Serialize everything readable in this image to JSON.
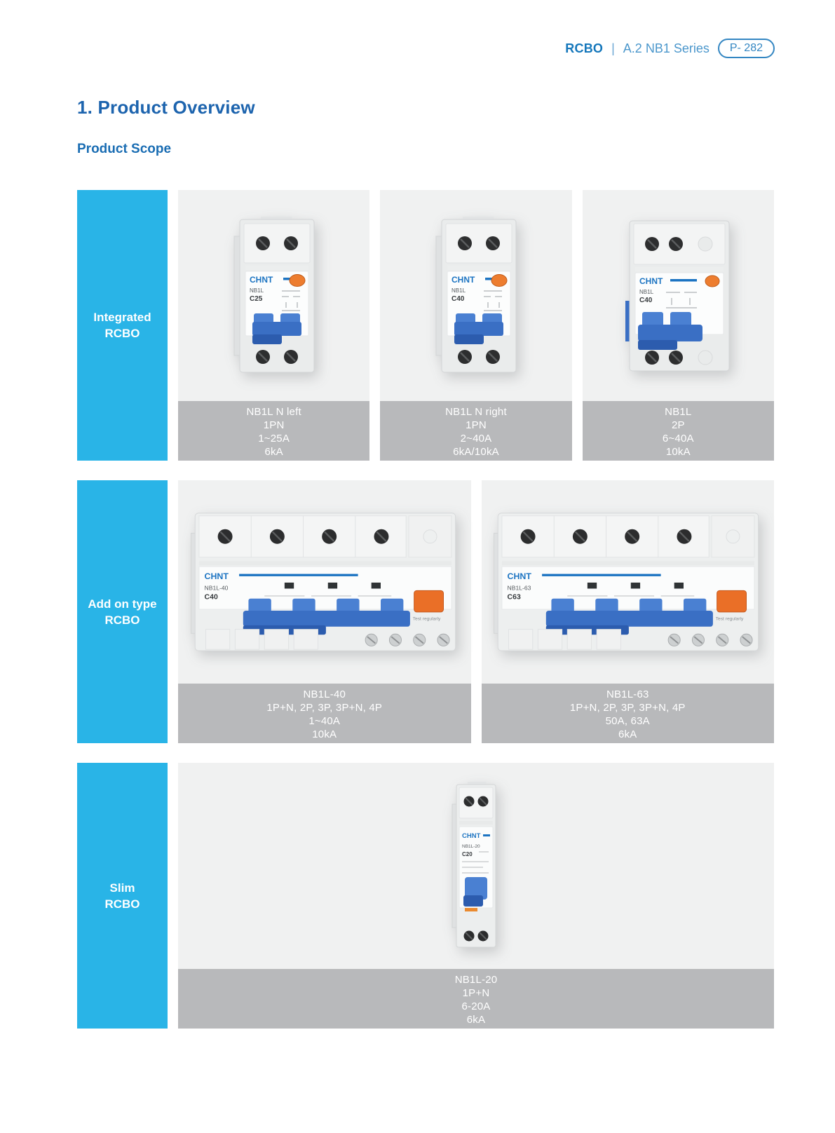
{
  "header": {
    "category": "RCBO",
    "divider": "|",
    "series": "A.2 NB1 Series",
    "page_badge": "P- 282"
  },
  "title": "1. Product Overview",
  "subtitle": "Product Scope",
  "colors": {
    "accent_cyan": "#29b4e7",
    "caption_gray": "#b8b9bb",
    "photo_bg": "#f0f1f1",
    "heading_blue": "#1d64ae",
    "header_blue": "#1577bb",
    "logo_blue": "#1c74c2",
    "toggle_blue": "#3a6fc4",
    "test_orange": "#ea7a2e"
  },
  "sections": [
    {
      "label": [
        "Integrated",
        "RCBO"
      ],
      "products": [
        {
          "caption": [
            "NB1L N left",
            "1PN",
            "1~25A",
            "6kA"
          ],
          "device": {
            "brand": "CHNT",
            "model": "NB1L",
            "rating": "C25"
          }
        },
        {
          "caption": [
            "NB1L N right",
            "1PN",
            "2~40A",
            "6kA/10kA"
          ],
          "device": {
            "brand": "CHNT",
            "model": "NB1L",
            "rating": "C40"
          }
        },
        {
          "caption": [
            "NB1L",
            "2P",
            "6~40A",
            "10kA"
          ],
          "device": {
            "brand": "CHNT",
            "model": "NB1L",
            "rating": "C40"
          }
        }
      ]
    },
    {
      "label": [
        "Add on type",
        "RCBO"
      ],
      "products": [
        {
          "caption": [
            "NB1L-40",
            "1P+N, 2P, 3P, 3P+N, 4P",
            "1~40A",
            "10kA"
          ],
          "device": {
            "brand": "CHNT",
            "model": "NB1L-40",
            "rating": "C40",
            "test_label": "Test regularly"
          }
        },
        {
          "caption": [
            "NB1L-63",
            "1P+N, 2P, 3P, 3P+N, 4P",
            "50A, 63A",
            "6kA"
          ],
          "device": {
            "brand": "CHNT",
            "model": "NB1L-63",
            "rating": "C63",
            "test_label": "Test regularly"
          }
        }
      ]
    },
    {
      "label": [
        "Slim",
        "RCBO"
      ],
      "products": [
        {
          "caption": [
            "NB1L-20",
            "1P+N",
            "6-20A",
            "6kA"
          ],
          "device": {
            "brand": "CHNT",
            "model": "NB1L-20",
            "rating": "C20"
          }
        }
      ]
    }
  ]
}
